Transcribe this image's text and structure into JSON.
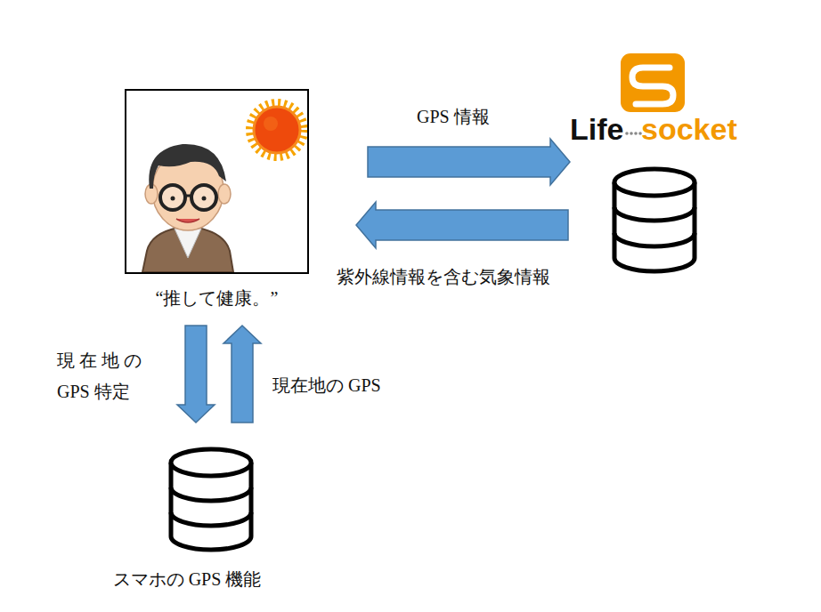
{
  "diagram": {
    "nodes": [
      {
        "text": [
          "“推して健康。”"
        ]
      },
      {
        "text": [
          "Life",
          "socket"
        ]
      },
      {
        "text": [
          "スマホの GPS 機能"
        ]
      }
    ],
    "edges": [
      {
        "from": 0,
        "to": 1,
        "arrow": "to",
        "label": "GPS 情報"
      },
      {
        "from": 1,
        "to": 0,
        "arrow": "to",
        "label": "紫外線情報を含む気象情報"
      },
      {
        "from": 0,
        "to": 2,
        "arrow": "to",
        "label": "現 在 地 の GPS 特定"
      },
      {
        "from": 2,
        "to": 0,
        "arrow": "to",
        "label": "現在地の GPS"
      }
    ]
  }
}
